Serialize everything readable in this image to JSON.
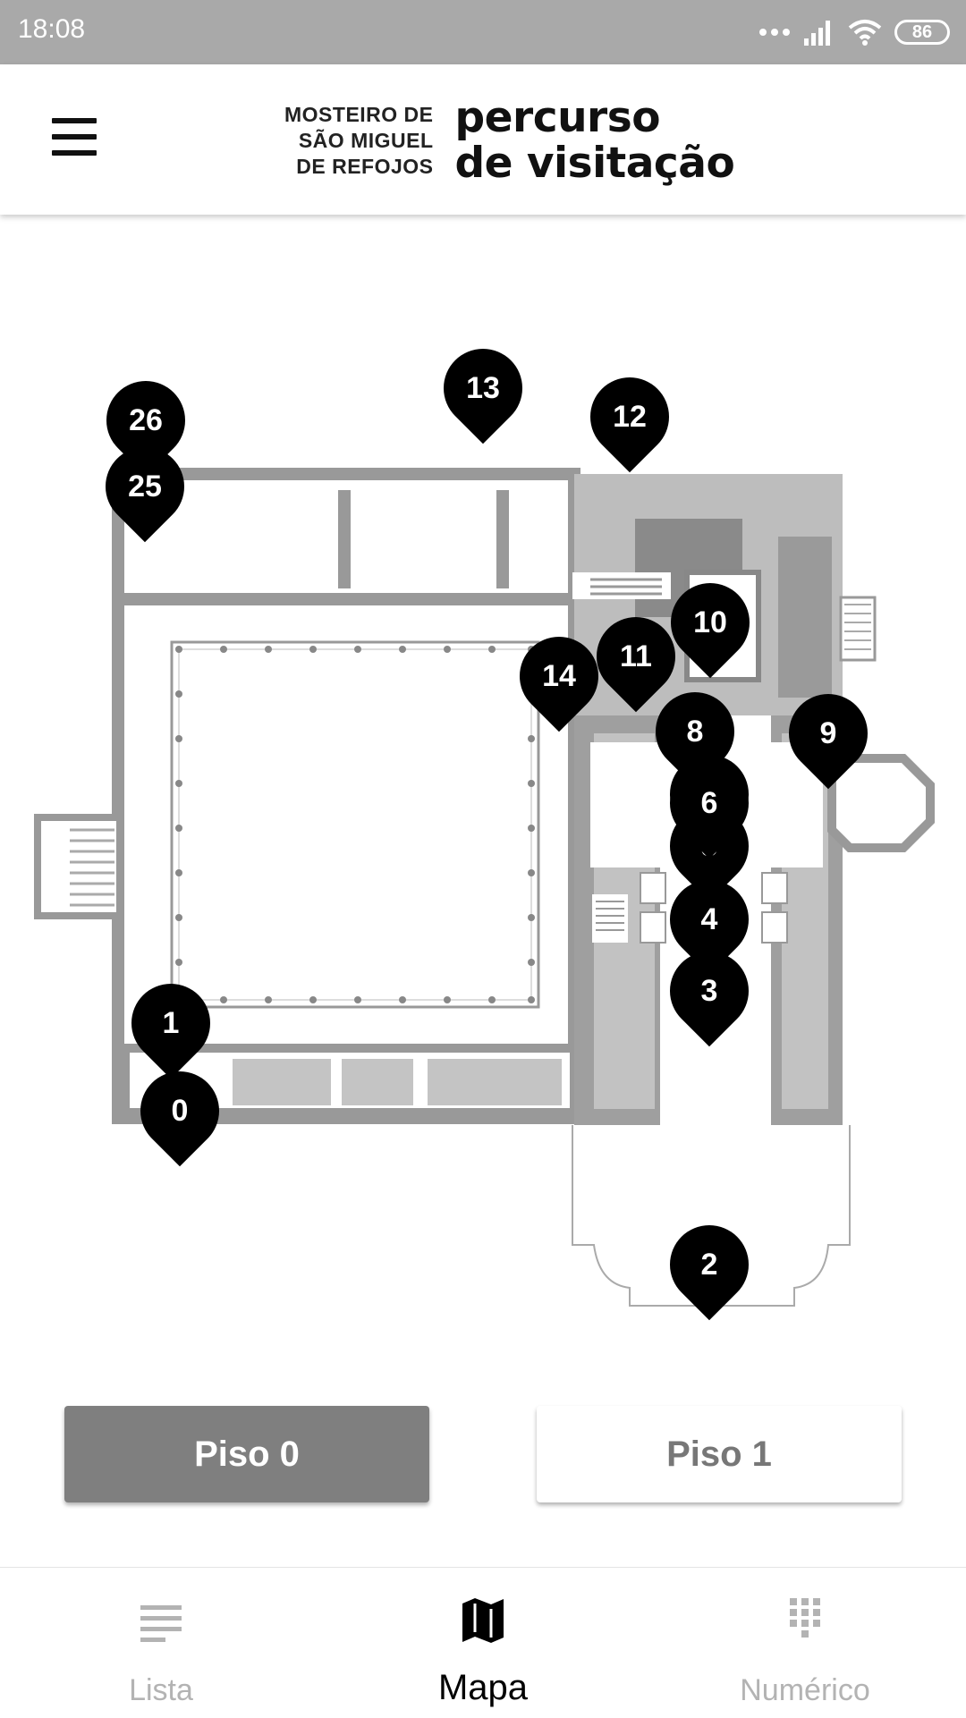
{
  "status_bar": {
    "time": "18:08",
    "battery": "86"
  },
  "header": {
    "logo_small_lines": [
      "MOSTEIRO DE",
      "SÃO MIGUEL",
      "DE REFOJOS"
    ],
    "logo_big_lines": [
      "percurso",
      "de visitação"
    ]
  },
  "map": {
    "pins": [
      {
        "label": "13"
      },
      {
        "label": "26"
      },
      {
        "label": "12"
      },
      {
        "label": "25"
      },
      {
        "label": "10"
      },
      {
        "label": "11"
      },
      {
        "label": "14"
      },
      {
        "label": "8"
      },
      {
        "label": "9"
      },
      {
        "label": "6"
      },
      {
        "label": "5"
      },
      {
        "label": "4"
      },
      {
        "label": "3"
      },
      {
        "label": "1"
      },
      {
        "label": "0"
      },
      {
        "label": "2"
      }
    ]
  },
  "floors": {
    "floor0": "Piso 0",
    "floor1": "Piso 1",
    "selected": "Piso 0"
  },
  "bottom_nav": {
    "items": [
      {
        "label": "Lista",
        "icon": "list-icon"
      },
      {
        "label": "Mapa",
        "icon": "map-icon",
        "active": true
      },
      {
        "label": "Numérico",
        "icon": "keypad-icon"
      }
    ]
  },
  "colors": {
    "accent": "#000000",
    "inactive": "#b3b3b3",
    "selected_floor": "#7f7f7f",
    "status_bar": "#a9a9a9"
  }
}
